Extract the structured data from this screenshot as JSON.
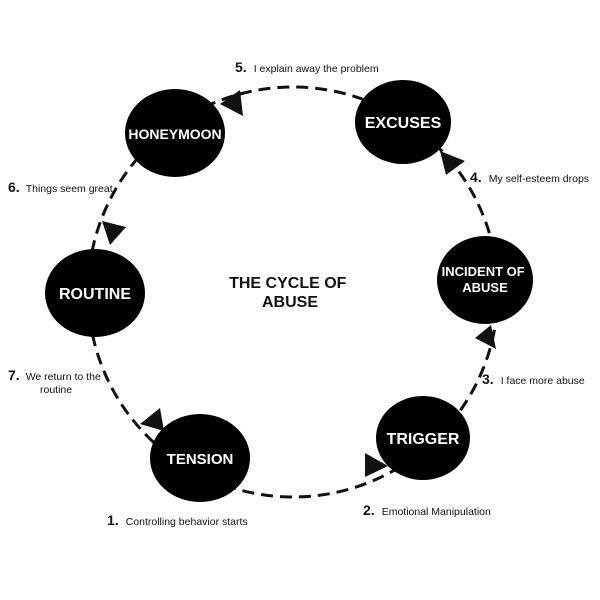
{
  "title": [
    "THE CYCLE OF",
    "ABUSE"
  ],
  "colors": {
    "node_fill": "#000000",
    "node_text": "#ffffff",
    "text": "#111111",
    "arrow": "#111111"
  },
  "nodes": {
    "honeymoon": {
      "label": [
        "HONEYMOON"
      ]
    },
    "excuses": {
      "label": [
        "EXCUSES"
      ]
    },
    "routine": {
      "label": [
        "ROUTINE"
      ]
    },
    "incident": {
      "label": [
        "INCIDENT OF",
        "ABUSE"
      ]
    },
    "tension": {
      "label": [
        "TENSION"
      ]
    },
    "trigger": {
      "label": [
        "TRIGGER"
      ]
    }
  },
  "steps": {
    "s1": {
      "number": "1.",
      "text": [
        "Controlling behavior starts"
      ]
    },
    "s2": {
      "number": "2.",
      "text": [
        "Emotional Manipulation"
      ]
    },
    "s3": {
      "number": "3.",
      "text": [
        "I face more abuse"
      ]
    },
    "s4": {
      "number": "4.",
      "text": [
        "My self-esteem drops"
      ]
    },
    "s5": {
      "number": "5.",
      "text": [
        "I explain away the problem"
      ]
    },
    "s6": {
      "number": "6.",
      "text": [
        "Things seem great"
      ]
    },
    "s7": {
      "number": "7.",
      "text": [
        "We return to the",
        "routine"
      ]
    }
  }
}
